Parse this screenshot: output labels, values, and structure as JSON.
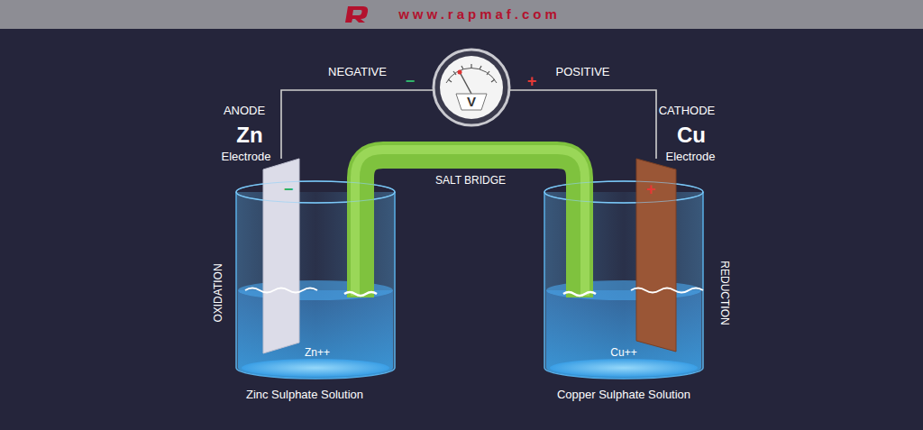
{
  "diagram": {
    "nodes": [
      {
        "text": [
          "V"
        ]
      },
      {
        "text": [
          "ANODE",
          "Zn",
          "Electrode",
          "−"
        ]
      },
      {
        "text": [
          "CATHODE",
          "Cu",
          "Electrode",
          "+"
        ]
      },
      {
        "text": [
          "Zn++",
          "Zinc Sulphate Solution"
        ]
      },
      {
        "text": [
          "Cu++",
          "Copper Sulphate Solution"
        ]
      }
    ],
    "edges": [
      {
        "from": 0,
        "to": 1,
        "arrow": "none",
        "label": "NEGATIVE"
      },
      {
        "from": 0,
        "to": 2,
        "arrow": "none",
        "label": "POSITIVE"
      }
    ],
    "labels": [
      "www.rapmaf.com",
      "−",
      "+",
      "SALT BRIDGE",
      "OXIDATION",
      "REDUCTION"
    ]
  }
}
